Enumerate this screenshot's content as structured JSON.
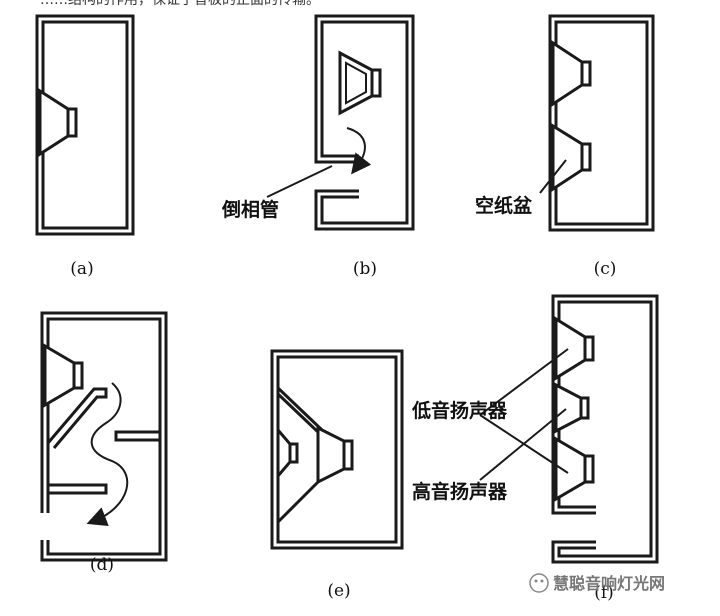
{
  "top_text": "……结构的作用，保证了音板的正面的传输。",
  "panels": [
    {
      "label": "(a)"
    },
    {
      "label": "(b)",
      "callout": "倒相管"
    },
    {
      "label": "(c)",
      "callout": "空纸盆"
    },
    {
      "label": "(d)"
    },
    {
      "label": "(e)"
    },
    {
      "label": "(f)",
      "callout_low": "低音扬声器",
      "callout_high": "高音扬声器"
    }
  ],
  "watermark": "慧聪音响灯光网"
}
